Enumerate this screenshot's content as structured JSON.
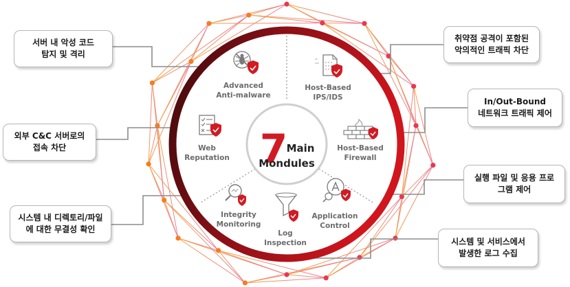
{
  "center": {
    "number": "7",
    "line1": "Main",
    "line2": "Mondules"
  },
  "modules": [
    {
      "key": "anti_malware",
      "line1": "Advanced",
      "line2": "Anti-malware",
      "icon": "bug-shield-icon"
    },
    {
      "key": "ips",
      "line1": "Host-Based",
      "line2": "IPS/IDS",
      "icon": "document-shield-icon"
    },
    {
      "key": "firewall",
      "line1": "Host-Based",
      "line2": "Firewall",
      "icon": "brick-wall-shield-icon"
    },
    {
      "key": "app_control",
      "line1": "Application",
      "line2": "Control",
      "icon": "app-store-shield-icon"
    },
    {
      "key": "log",
      "line1": "Log",
      "line2": "Inspection",
      "icon": "funnel-shield-icon"
    },
    {
      "key": "integrity",
      "line1": "Integrity",
      "line2": "Monitoring",
      "icon": "magnifier-shield-icon"
    },
    {
      "key": "web",
      "line1": "Web",
      "line2": "Reputation",
      "icon": "checklist-shield-icon"
    }
  ],
  "callouts": [
    {
      "key": "anti_malware",
      "line1": "서버 내 악성 코드",
      "line2": "탐지 및 격리"
    },
    {
      "key": "web",
      "line1": "외부 C&C 서버로의",
      "line2": "접속 차단"
    },
    {
      "key": "integrity",
      "line1": "시스템 내 디렉토리/파일",
      "line2": "에 대한 무결성 확인"
    },
    {
      "key": "ips",
      "line1": "취약점 공격이 포함된",
      "line2": "악의적인 트래픽 차단"
    },
    {
      "key": "firewall",
      "line1": "In/Out-Bound",
      "line2": "네트워크 트래픽 제어"
    },
    {
      "key": "app_control",
      "line1": "실행 파일 및 응용 프로",
      "line2": "그램 제어"
    },
    {
      "key": "log",
      "line1": "시스템 및 서비스에서",
      "line2": "발생한 로그 수집"
    }
  ],
  "colors": {
    "ring_dark": "#5a0d0f",
    "ring_red": "#c8141c",
    "accent_red": "#d11b24",
    "net_orange": "#f4a04a",
    "net_pink": "#ee8aa0",
    "node_orange": "#f57c20",
    "node_red": "#e8384f",
    "connector_gray": "#8c8c8c"
  }
}
